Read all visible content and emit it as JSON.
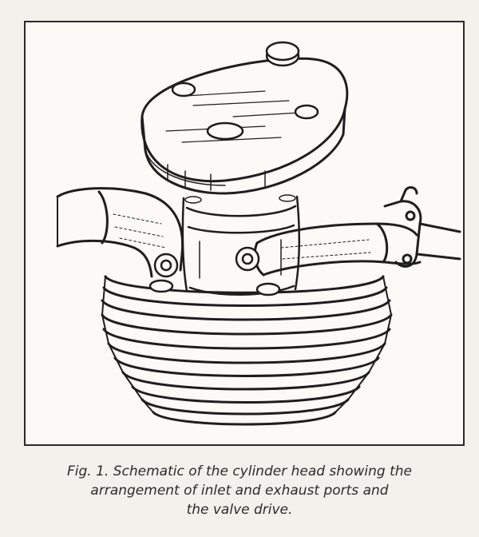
{
  "figure": {
    "caption_lines": [
      "Fig. 1. Schematic of the cylinder head showing the",
      "arrangement of inlet and exhaust ports and",
      "the valve drive."
    ],
    "colors": {
      "ink": "#1e1e1e",
      "paper": "#fbfaf7",
      "page": "#f3f1ec"
    }
  }
}
